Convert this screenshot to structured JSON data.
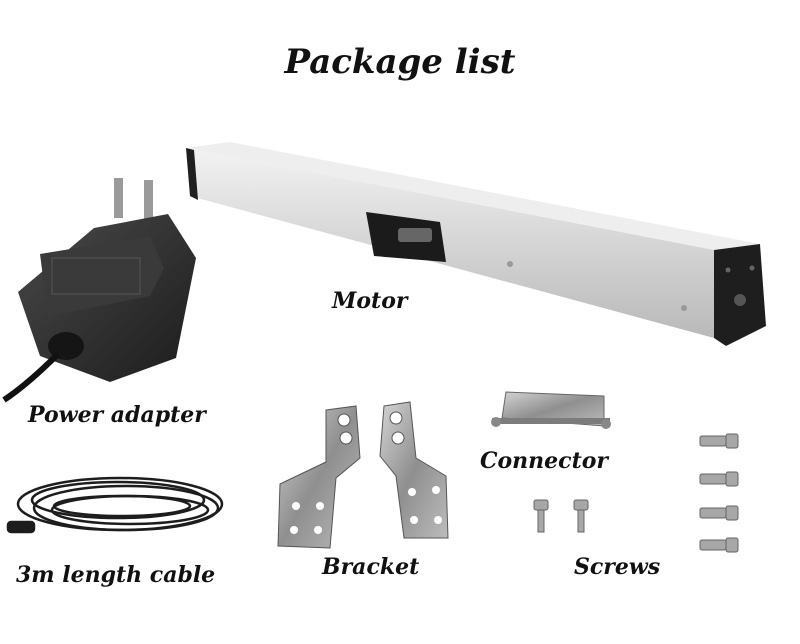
{
  "title": "Package list",
  "items": {
    "motor": "Motor",
    "power_adapter": "Power adapter",
    "connector": "Connector",
    "bracket": "Bracket",
    "screws": "Screws",
    "cable": "3m length cable"
  },
  "colors": {
    "aluminum": "#d9d9d9",
    "black_plastic": "#2a2a2a",
    "steel": "#a7a7a7"
  }
}
